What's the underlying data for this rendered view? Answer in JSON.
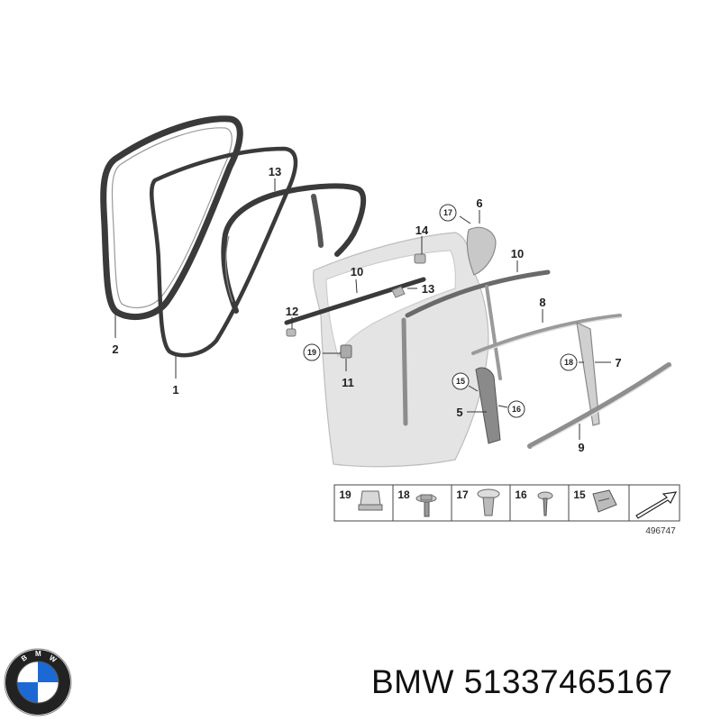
{
  "diagram": {
    "callouts": {
      "c1": "1",
      "c2": "2",
      "c5": "5",
      "c6": "6",
      "c7": "7",
      "c8": "8",
      "c9": "9",
      "c10a": "10",
      "c10b": "10",
      "c11": "11",
      "c12": "12",
      "c13a": "13",
      "c13b": "13",
      "c14": "14",
      "c15": "15",
      "c16": "16",
      "c17": "17",
      "c18": "18",
      "c19": "19"
    },
    "legend": {
      "items": [
        "19",
        "18",
        "17",
        "16",
        "15"
      ]
    },
    "reference_number": "496747"
  },
  "footer": {
    "brand": "BMW",
    "part_number": "51337465167",
    "logo_letters": "BMW"
  },
  "colors": {
    "seal": "#3a3a3a",
    "door": "#e4e4e4",
    "trim": "#cfcfcf",
    "logo_blue": "#1c69d4",
    "logo_ring": "#222222"
  }
}
